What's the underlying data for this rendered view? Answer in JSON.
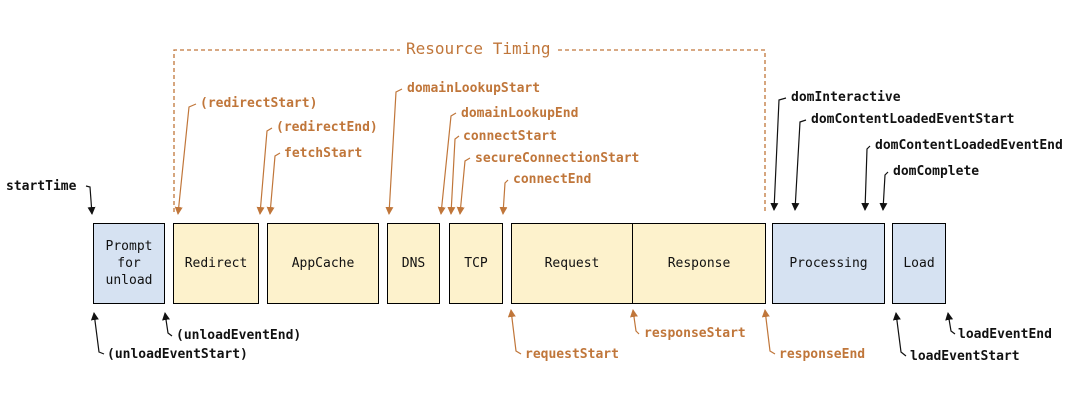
{
  "resource_timing_title": "Resource Timing",
  "boxes": {
    "prompt_for_unload": [
      "Prompt",
      "for",
      "unload"
    ],
    "redirect": "Redirect",
    "appcache": "AppCache",
    "dns": "DNS",
    "tcp": "TCP",
    "request": "Request",
    "response": "Response",
    "processing": "Processing",
    "load": "Load"
  },
  "labels": {
    "start_time": "startTime",
    "unload_event_start": "(unloadEventStart)",
    "unload_event_end": "(unloadEventEnd)",
    "redirect_start": "(redirectStart)",
    "redirect_end": "(redirectEnd)",
    "fetch_start": "fetchStart",
    "domain_lookup_start": "domainLookupStart",
    "domain_lookup_end": "domainLookupEnd",
    "connect_start": "connectStart",
    "secure_connection_start": "secureConnectionStart",
    "connect_end": "connectEnd",
    "request_start": "requestStart",
    "response_start": "responseStart",
    "response_end": "responseEnd",
    "dom_interactive": "domInteractive",
    "dom_content_loaded_event_start": "domContentLoadedEventStart",
    "dom_content_loaded_event_end": "domContentLoadedEventEnd",
    "dom_complete": "domComplete",
    "load_event_start": "loadEventStart",
    "load_event_end": "loadEventEnd"
  },
  "colors": {
    "orange": "#c0763a",
    "black": "#111111",
    "yellow_fill": "#fdf2cc",
    "blue_fill": "#d6e2f2"
  }
}
